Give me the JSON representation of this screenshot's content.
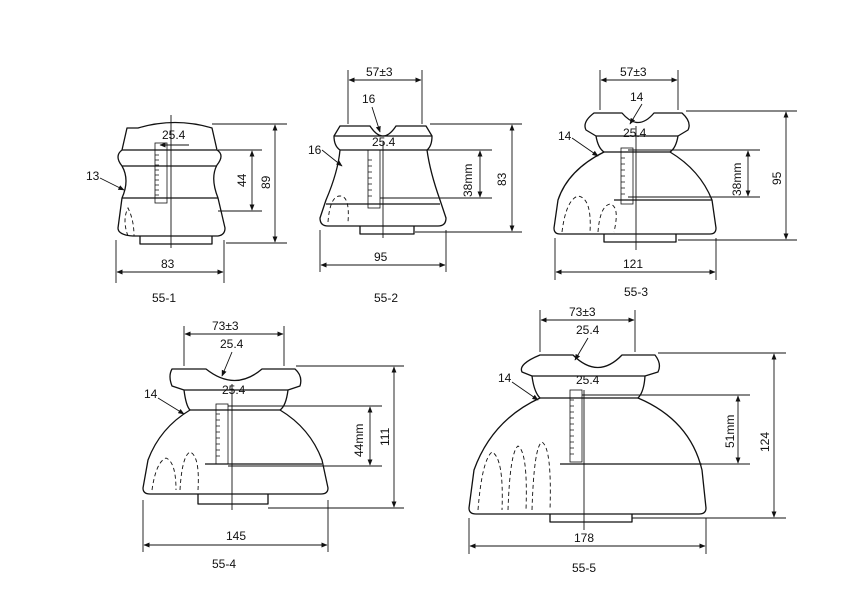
{
  "figures": [
    {
      "id": "55-1",
      "caption": "55-1",
      "dims": {
        "top": "25.4",
        "thread": "44",
        "height": "89",
        "width": "83",
        "side": "13"
      }
    },
    {
      "id": "55-2",
      "caption": "55-2",
      "dims": {
        "groove": "57±3",
        "groove_radius": "16",
        "top": "25.4",
        "thread": "38mm",
        "height": "83",
        "width": "95",
        "side": "16"
      }
    },
    {
      "id": "55-3",
      "caption": "55-3",
      "dims": {
        "groove": "57±3",
        "groove_radius": "14",
        "top": "25.4",
        "thread": "38mm",
        "height": "95",
        "width": "121",
        "side": "14"
      }
    },
    {
      "id": "55-4",
      "caption": "55-4",
      "dims": {
        "groove": "73±3",
        "top": "25.4",
        "pin": "25.4",
        "thread": "44mm",
        "height": "111",
        "width": "145",
        "side": "14"
      }
    },
    {
      "id": "55-5",
      "caption": "55-5",
      "dims": {
        "groove": "73±3",
        "top": "25.4",
        "pin": "25.4",
        "thread": "51mm",
        "height": "124",
        "width": "178",
        "side": "14"
      }
    }
  ]
}
